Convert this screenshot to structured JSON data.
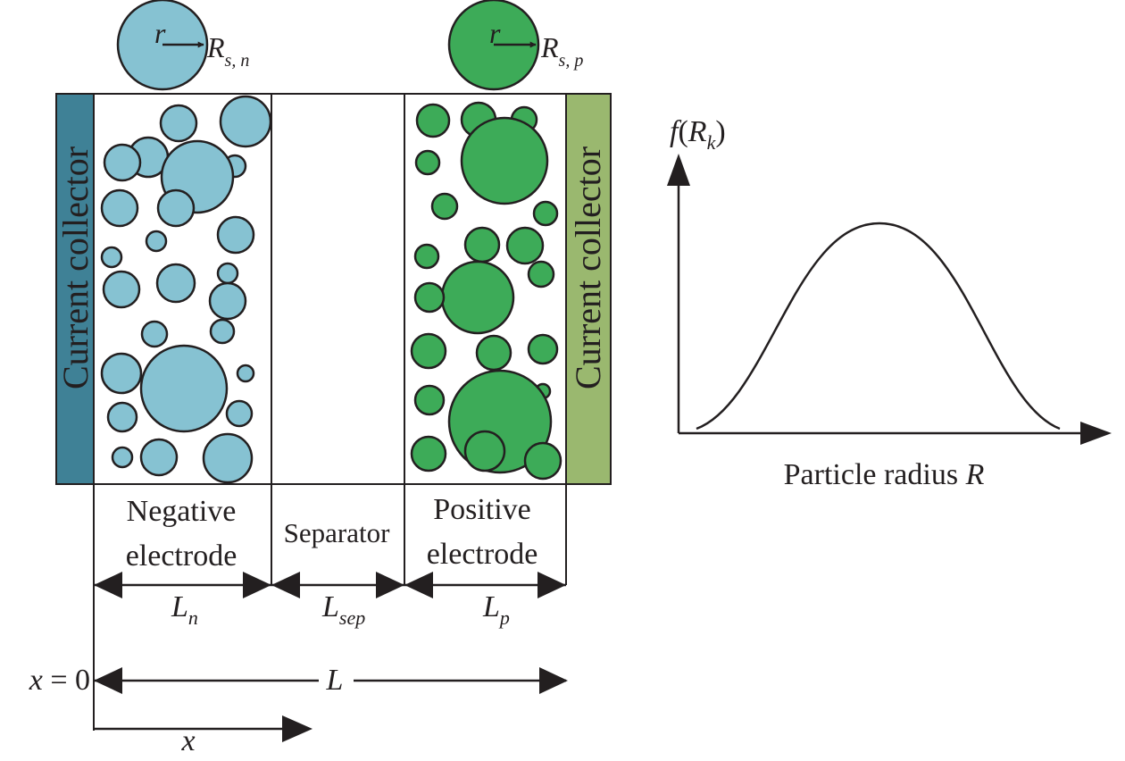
{
  "colors": {
    "negative_particle": "#86c2d2",
    "positive_particle": "#3dab58",
    "negative_collector": "#3f8196",
    "positive_collector": "#9ab86f",
    "line": "#231f20"
  },
  "labels": {
    "current_collector_left": "Current collector",
    "current_collector_right": "Current collector",
    "negative_electrode_line1": "Negative",
    "negative_electrode_line2": "electrode",
    "separator": "Separator",
    "positive_electrode_line1": "Positive",
    "positive_electrode_line2": "electrode",
    "particle_radius": "Particle radius",
    "particle_radius_symbol": "R",
    "r_symbol": "r",
    "rsn_main": "R",
    "rsn_sub": "s, n",
    "rsp_main": "R",
    "rsp_sub": "s, p",
    "ln_main": "L",
    "ln_sub": "n",
    "lsep_main": "L",
    "lsep_sub": "sep",
    "lp_main": "L",
    "lp_sub": "p",
    "l_total": "L",
    "x_zero_var": "x",
    "x_zero_rest": " = 0",
    "x_axis": "x",
    "f_func": "f",
    "f_open": "(",
    "f_var": "R",
    "f_sub": "k",
    "f_close": ")"
  },
  "distribution_curve": {
    "shape": "bell"
  }
}
